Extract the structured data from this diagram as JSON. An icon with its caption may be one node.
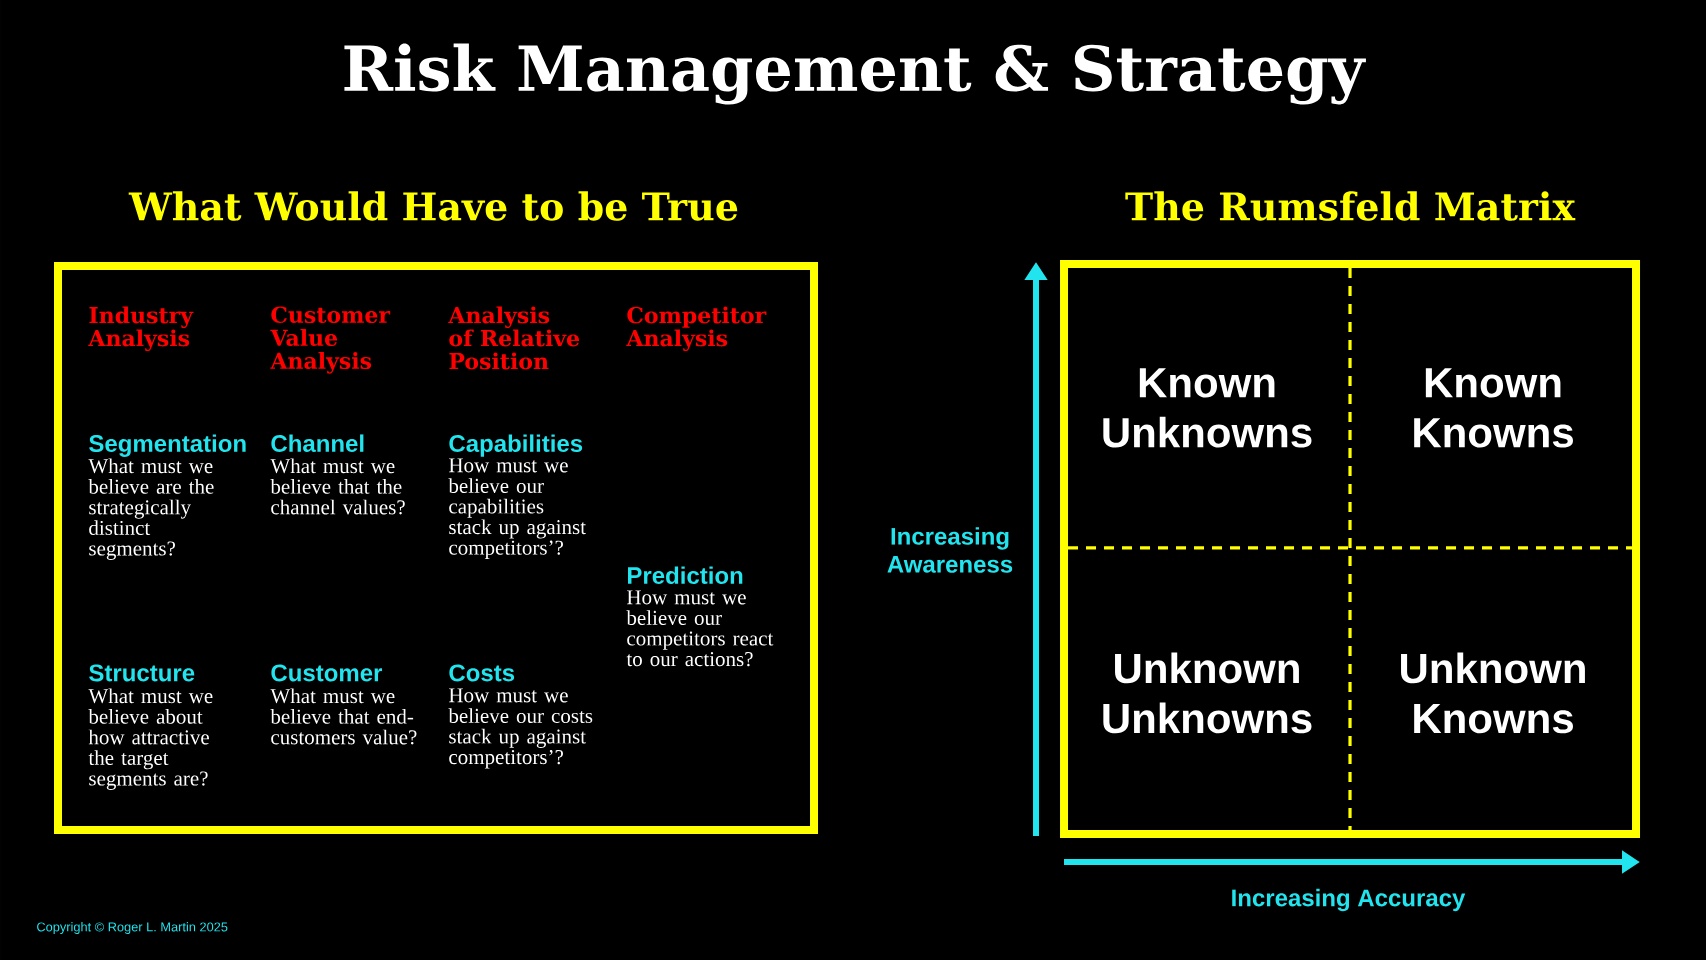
{
  "diagram": {
    "title": "Risk Management & Strategy",
    "nodes": [
      {
        "text": [
          "What Would Have to be True",
          "Industry Analysis",
          "Customer Value Analysis",
          "Analysis of Relative Position",
          "Competitor Analysis",
          "Segmentation",
          "What must we believe are the strategically distinct segments?",
          "Channel",
          "What must we believe that the channel values?",
          "Capabilities",
          "How must we believe our capabilities stack up against competitors’?",
          "Prediction",
          "How must we believe our competitors react to our actions?",
          "Structure",
          "What must we believe about how attractive the target segments are?",
          "Customer",
          "What must we believe that end-customers value?",
          "Costs",
          "How must we believe our costs stack up against competitors’?"
        ]
      },
      {
        "text": [
          "The Rumsfeld Matrix"
        ]
      },
      {
        "text": [
          "Known Unknowns"
        ],
        "in": 1
      },
      {
        "text": [
          "Known Knowns"
        ],
        "in": 1
      },
      {
        "text": [
          "Unknown Unknowns"
        ],
        "in": 1
      },
      {
        "text": [
          "Unknown Knowns"
        ],
        "in": 1
      }
    ],
    "labels": [
      "Increasing Awareness",
      "Increasing Accuracy",
      "Copyright © Roger L. Martin 2025"
    ]
  }
}
